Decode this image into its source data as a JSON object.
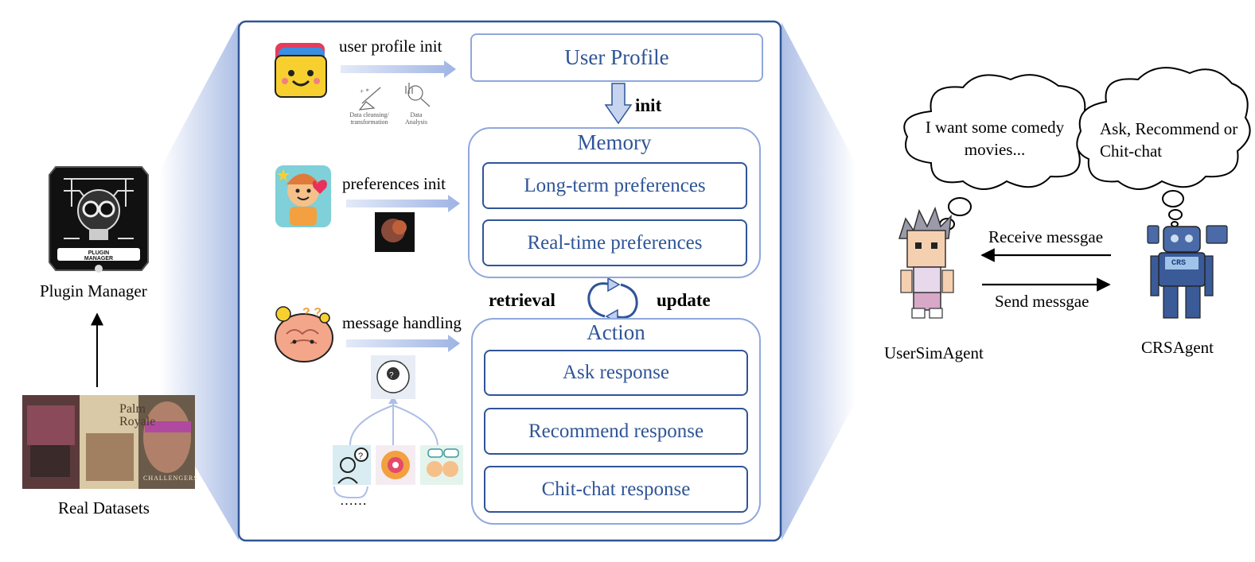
{
  "left": {
    "plugin_manager_label": "Plugin Manager",
    "plugin_manager_logo_text": "PLUGIN MANAGER",
    "real_datasets_label": "Real Datasets",
    "poster_titles": [
      "Palm Royale",
      "CHALLENGERS"
    ]
  },
  "center": {
    "user_profile_init": "user profile init",
    "preferences_init": "preferences init",
    "message_handling": "message handling",
    "data_cleansing": "Data cleansing/ transformation",
    "data_analysis": "Data Analysis",
    "ellipsis": "……",
    "user_profile": "User Profile",
    "init": "init",
    "memory": "Memory",
    "long_term": "Long-term preferences",
    "real_time": "Real-time preferences",
    "retrieval": "retrieval",
    "update": "update",
    "action": "Action",
    "ask": "Ask response",
    "recommend": "Recommend response",
    "chitchat": "Chit-chat response"
  },
  "right": {
    "user_thought": "I want some comedy movies...",
    "crs_thought": "Ask, Recommend or Chit-chat",
    "receive": "Receive messgae",
    "send": "Send messgae",
    "user_agent": "UserSimAgent",
    "crs_agent": "CRSAgent",
    "robot_screen": "CRS"
  },
  "colors": {
    "primary_blue": "#2f5597",
    "light_blue": "#8fa8dc",
    "funnel_blue": "#c5d3ef"
  }
}
